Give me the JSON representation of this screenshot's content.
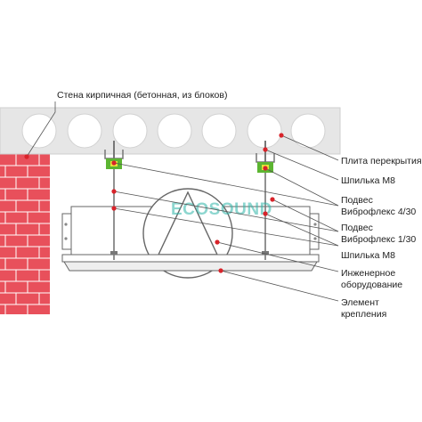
{
  "labels": {
    "wall": "Стена кирпичная (бетонная, из блоков)",
    "slab": "Плита перекрытия",
    "stud_top": "Шпилька М8",
    "hanger_430_line1": "Подвес",
    "hanger_430_line2": "Виброфлекс 4/30",
    "hanger_130_line1": "Подвес",
    "hanger_130_line2": "Виброфлекс 1/30",
    "stud_bottom": "Шпилька М8",
    "equipment_line1": "Инженерное",
    "equipment_line2": "оборудование",
    "fastener_line1": "Элемент",
    "fastener_line2": "крепления"
  },
  "watermark": "ECOSOUND",
  "colors": {
    "brick": "#e8505b",
    "brick_mortar": "#ffffff",
    "slab": "#e6e6e6",
    "leader": "#555555",
    "dot": "#d8232a",
    "hanger": "#5cb531",
    "hanger_430": "#e8e23a",
    "outline": "#555555"
  }
}
